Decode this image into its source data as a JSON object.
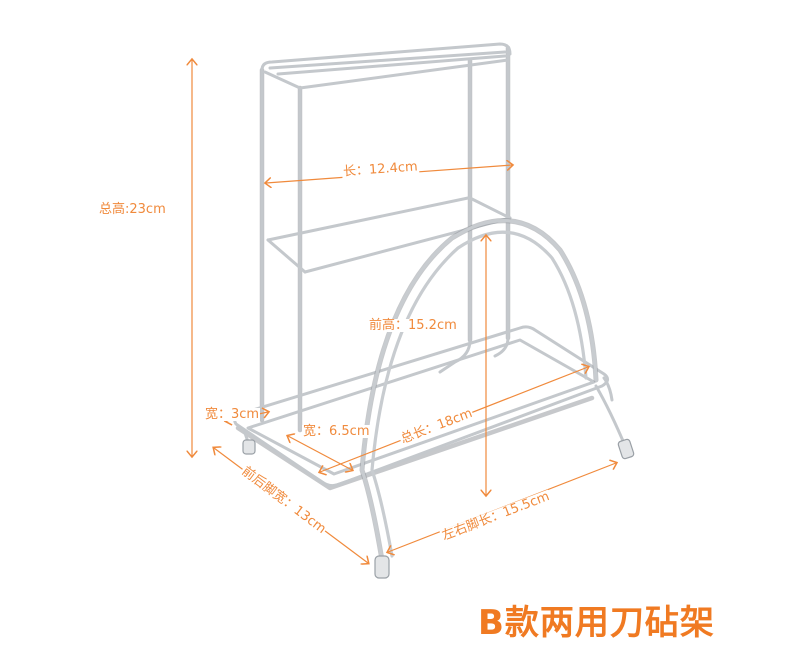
{
  "colors": {
    "annotation": "#f08a3c",
    "caption": "#f07a22",
    "steel": "#b8bcc0",
    "steel_dark": "#8d9298"
  },
  "dimensions": {
    "total_height": "总高:23cm",
    "length": "长：12.4cm",
    "front_height": "前高：15.2cm",
    "width": "宽：3cm",
    "width_front": "宽：6.5cm",
    "total_length": "总长：18cm",
    "front_back_foot_width": "前后脚宽：13cm",
    "left_right_foot_length": "左右脚长：15.5cm"
  },
  "caption": {
    "title": "B款两用刀砧架"
  }
}
